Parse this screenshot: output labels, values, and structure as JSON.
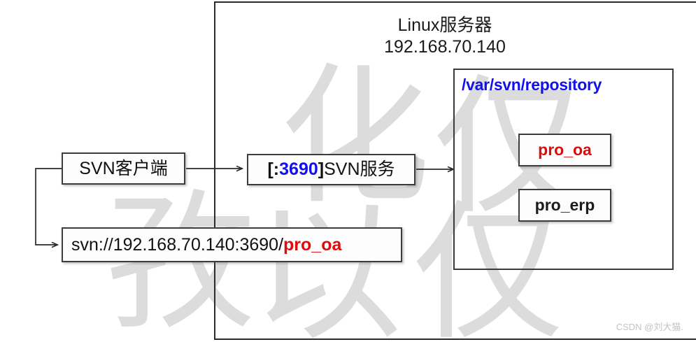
{
  "server": {
    "title": "Linux服务器",
    "ip": "192.168.70.140"
  },
  "repository": {
    "path_label": "/var/svn/repository",
    "path_color": "#1111ee",
    "repos": [
      {
        "name": "pro_oa",
        "color": "#d80d0d",
        "highlighted": true
      },
      {
        "name": "pro_erp",
        "color": "#1c1c1c",
        "highlighted": false
      }
    ]
  },
  "nodes": {
    "client": {
      "label": "SVN客户端"
    },
    "service": {
      "bracket_open": "[:",
      "port": "3690",
      "bracket_close": "]",
      "label": "SVN服务",
      "port_color": "#1111ee"
    },
    "url": {
      "base": "svn://192.168.70.140:3690/",
      "repo": "pro_oa",
      "repo_color": "#e00b0b"
    }
  },
  "connectors": [
    {
      "name": "client-to-service",
      "arrow": true
    },
    {
      "name": "service-to-repository",
      "arrow": true
    },
    {
      "name": "client-to-url",
      "arrow": true
    }
  ],
  "watermark": {
    "csdn": "CSDN @刘大猫.",
    "background_chars": [
      "化",
      "仅",
      "孜",
      "以",
      "仅"
    ],
    "color": "#dcdcdc"
  },
  "colors": {
    "blue": "#1111ee",
    "red": "#d80d0d",
    "border": "#3d3d3d",
    "background": "#ffffff"
  }
}
